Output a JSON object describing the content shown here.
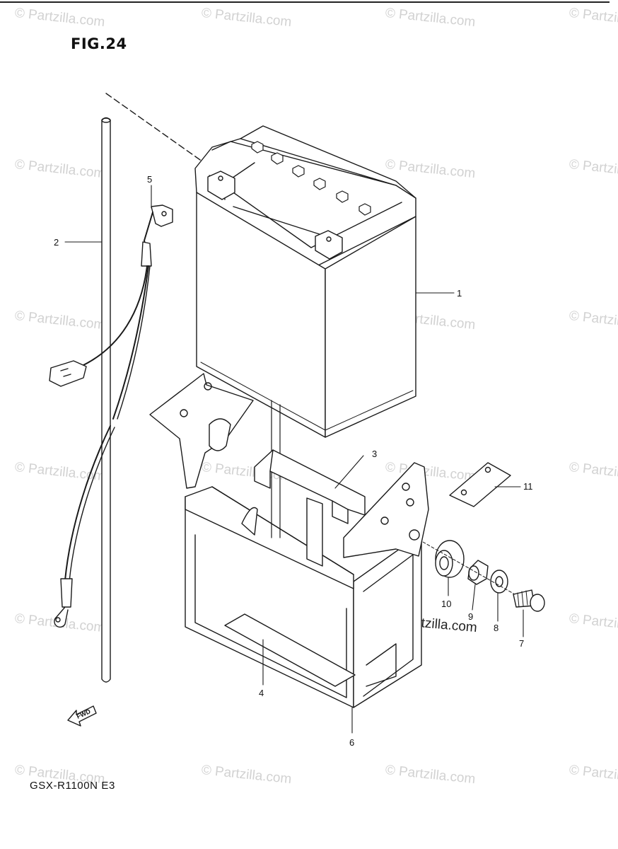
{
  "figure": {
    "title": "FIG.24",
    "model": "GSX-R1100N  E3"
  },
  "watermark": {
    "text": "© Partzilla.com"
  },
  "fwd_label": "FWD",
  "callouts": [
    {
      "id": "1",
      "label": "1"
    },
    {
      "id": "2",
      "label": "2"
    },
    {
      "id": "3",
      "label": "3"
    },
    {
      "id": "4",
      "label": "4"
    },
    {
      "id": "5",
      "label": "5"
    },
    {
      "id": "6",
      "label": "6"
    },
    {
      "id": "7",
      "label": "7"
    },
    {
      "id": "8",
      "label": "8"
    },
    {
      "id": "9",
      "label": "9"
    },
    {
      "id": "10",
      "label": "10"
    },
    {
      "id": "11",
      "label": "11"
    }
  ]
}
